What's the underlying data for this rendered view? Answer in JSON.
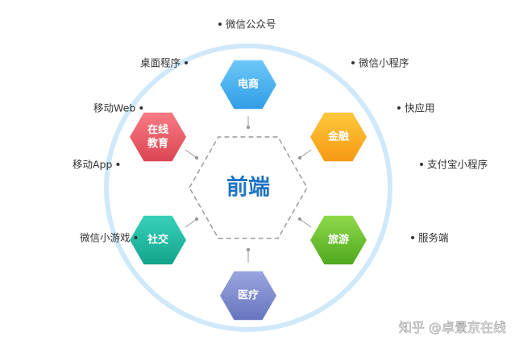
{
  "center": {
    "label": "前端"
  },
  "domains": [
    {
      "key": "ecommerce",
      "lines": [
        "电商"
      ],
      "color_top": "#6ec8f8",
      "color_bottom": "#2f9de6"
    },
    {
      "key": "finance",
      "lines": [
        "金融"
      ],
      "color_top": "#ffc83d",
      "color_bottom": "#f59a12"
    },
    {
      "key": "travel",
      "lines": [
        "旅游"
      ],
      "color_top": "#8fd94a",
      "color_bottom": "#4ea81e"
    },
    {
      "key": "medical",
      "lines": [
        "医疗"
      ],
      "color_top": "#9aa5df",
      "color_bottom": "#6775bf"
    },
    {
      "key": "social",
      "lines": [
        "社交"
      ],
      "color_top": "#37d0b9",
      "color_bottom": "#13a48c"
    },
    {
      "key": "education",
      "lines": [
        "在线",
        "教育"
      ],
      "color_top": "#f77b84",
      "color_bottom": "#db4553"
    }
  ],
  "platforms": [
    {
      "key": "wechat-official",
      "label": "微信公众号",
      "dot": "left"
    },
    {
      "key": "wechat-mini",
      "label": "微信小程序",
      "dot": "left"
    },
    {
      "key": "quick-app",
      "label": "快应用",
      "dot": "left"
    },
    {
      "key": "alipay-mini",
      "label": "支付宝小程序",
      "dot": "left"
    },
    {
      "key": "server",
      "label": "服务端",
      "dot": "left"
    },
    {
      "key": "desktop",
      "label": "桌面程序",
      "dot": "right"
    },
    {
      "key": "mobile-web",
      "label": "移动Web",
      "dot": "right"
    },
    {
      "key": "mobile-app",
      "label": "移动App",
      "dot": "right"
    },
    {
      "key": "wechat-game",
      "label": "微信小游戏",
      "dot": "right"
    }
  ],
  "watermark": "知乎 @卓景京在线",
  "colors": {
    "ring": "#cfe9fa",
    "center_text": "#1f74c4",
    "inner_hex": "#9a9a9a",
    "connector": "#999999",
    "platform_text": "#333333"
  }
}
